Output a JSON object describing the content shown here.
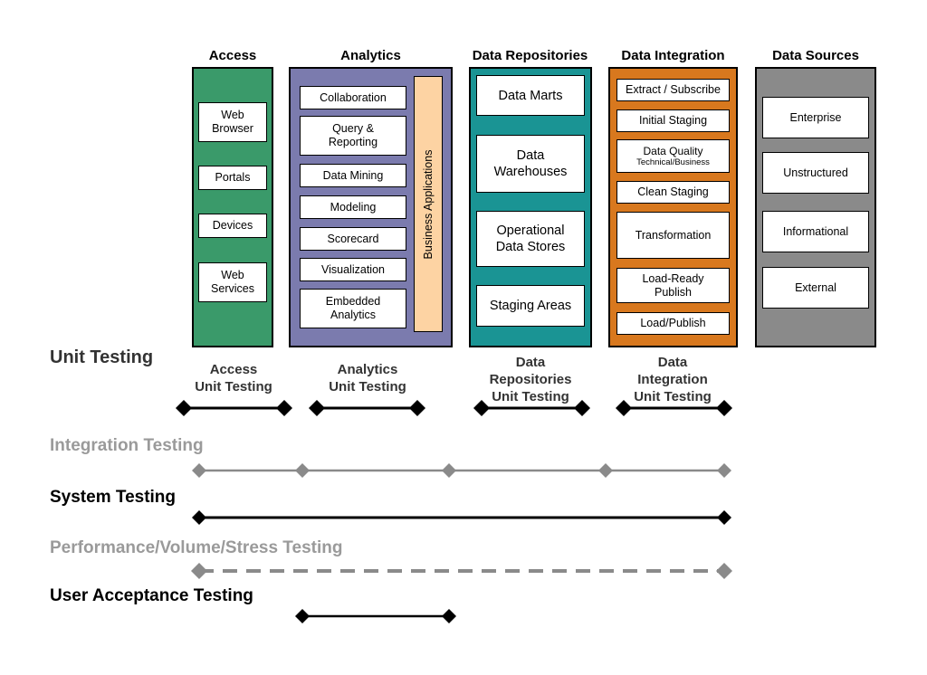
{
  "columns": {
    "access": {
      "header": "Access",
      "color": "#3a9a6a",
      "items": [
        "Web\nBrowser",
        "Portals",
        "Devices",
        "Web\nServices"
      ]
    },
    "analytics": {
      "header": "Analytics",
      "color": "#7b7bae",
      "items": [
        "Collaboration",
        "Query &\nReporting",
        "Data Mining",
        "Modeling",
        "Scorecard",
        "Visualization",
        "Embedded\nAnalytics"
      ],
      "side_label": "Business Applications",
      "side_color": "#fdd3a3"
    },
    "repositories": {
      "header": "Data Repositories",
      "color": "#1a9494",
      "items": [
        "Data Marts",
        "Data\nWarehouses",
        "Operational\nData Stores",
        "Staging Areas"
      ]
    },
    "integration": {
      "header": "Data Integration",
      "color": "#d8781e",
      "items": [
        "Extract / Subscribe",
        "Initial Staging",
        "Data Quality",
        "Clean Staging",
        "Transformation",
        "Load-Ready\nPublish",
        "Load/Publish"
      ],
      "quality_sub": "Technical/Business"
    },
    "sources": {
      "header": "Data Sources",
      "color": "#8a8a8a",
      "items": [
        "Enterprise",
        "Unstructured",
        "Informational",
        "External"
      ]
    }
  },
  "testing": {
    "unit": {
      "label": "Unit Testing",
      "access": "Access\nUnit Testing",
      "analytics": "Analytics\nUnit Testing",
      "repositories": "Data\nRepositories\nUnit Testing",
      "integration": "Data\nIntegration\nUnit Testing"
    },
    "integration": "Integration Testing",
    "system": "System Testing",
    "performance": "Performance/Volume/Stress Testing",
    "acceptance": "User Acceptance Testing"
  },
  "colors": {
    "black": "#000000",
    "gray_line": "#8a8a8a",
    "gray_text": "#9a9a9a"
  }
}
